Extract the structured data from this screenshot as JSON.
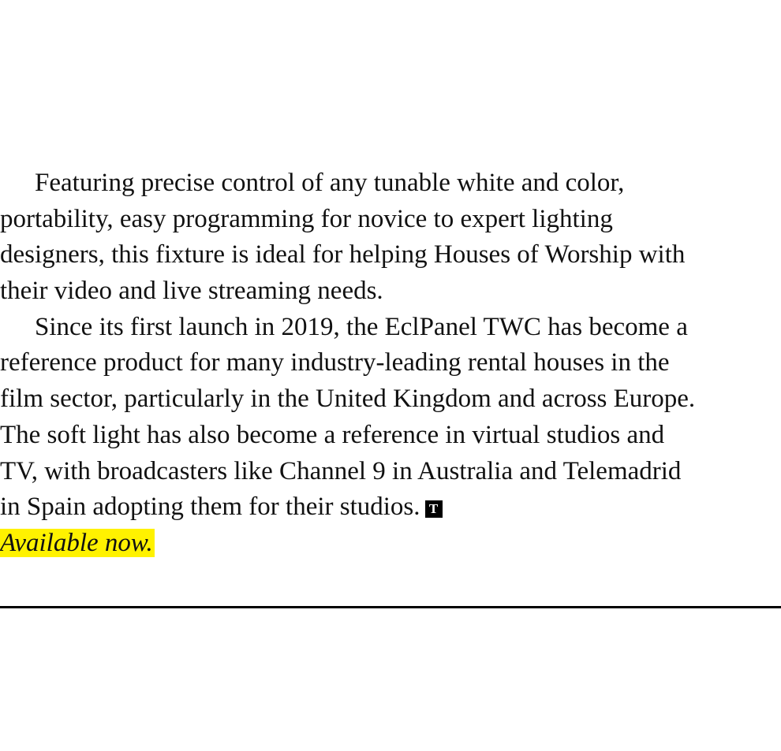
{
  "article": {
    "paragraph1_lines": [
      "Featuring precise control of any tunable white and color,",
      "portability, easy programming for novice to expert lighting",
      "designers, this fixture is ideal for helping Houses of Worship with",
      "their video and live streaming needs."
    ],
    "paragraph2_lines": [
      "Since its first launch in 2019, the EclPanel TWC has become a",
      "reference product for many industry-leading rental houses in the",
      "film sector, particularly in the United Kingdom and across Europe.",
      "The soft light has also become a reference in virtual studios and",
      "TV, with broadcasters like Channel 9 in Australia and Telemadrid",
      "in Spain adopting them for their studios."
    ],
    "end_mark": "T",
    "availability": "Available now."
  }
}
